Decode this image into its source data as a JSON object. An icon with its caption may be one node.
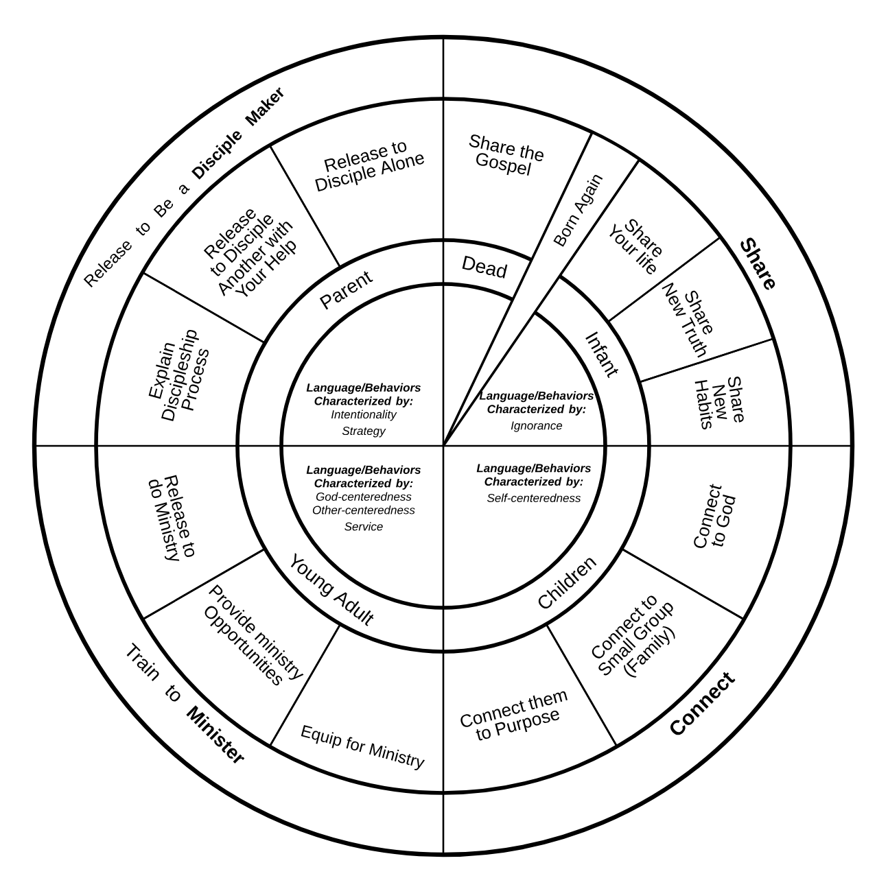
{
  "diagram": {
    "nodes": [
      {
        "text": [
          "Release to Be a **Disciple Maker**"
        ]
      },
      {
        "text": [
          "Share"
        ]
      },
      {
        "text": [
          "Connect"
        ]
      },
      {
        "text": [
          "Train to **Minister**"
        ]
      },
      {
        "text": [
          "Release to Disciple Alone"
        ]
      },
      {
        "text": [
          "Release to Disciple Another with Your Help"
        ]
      },
      {
        "text": [
          "Explain Discipleship Process"
        ]
      },
      {
        "text": [
          "Share the Gospel"
        ]
      },
      {
        "text": [
          "Born Again"
        ]
      },
      {
        "text": [
          "Share Your life"
        ]
      },
      {
        "text": [
          "Share New Truth"
        ]
      },
      {
        "text": [
          "Share New Habits"
        ]
      },
      {
        "text": [
          "Connect to God"
        ]
      },
      {
        "text": [
          "Connect to Small Group (Family)"
        ]
      },
      {
        "text": [
          "Connect them to Purpose"
        ]
      },
      {
        "text": [
          "Release to do Ministry"
        ]
      },
      {
        "text": [
          "Provide ministry Opportunities"
        ]
      },
      {
        "text": [
          "Equip for Ministry"
        ]
      },
      {
        "text": [
          "Parent"
        ]
      },
      {
        "text": [
          "Dead"
        ]
      },
      {
        "text": [
          "Infant"
        ]
      },
      {
        "text": [
          "Children"
        ]
      },
      {
        "text": [
          "Young Adult"
        ]
      },
      {
        "text": [
          "Language/Behaviors Characterized by:",
          "Intentionality",
          "Strategy"
        ]
      },
      {
        "text": [
          "Language/Behaviors Characterized by:",
          "Ignorance"
        ]
      },
      {
        "text": [
          "Language/Behaviors Characterized by:",
          "Self-centeredness"
        ]
      },
      {
        "text": [
          "Language/Behaviors Characterized by:",
          "God-centeredness",
          "Other-centeredness",
          "Service"
        ]
      }
    ]
  }
}
